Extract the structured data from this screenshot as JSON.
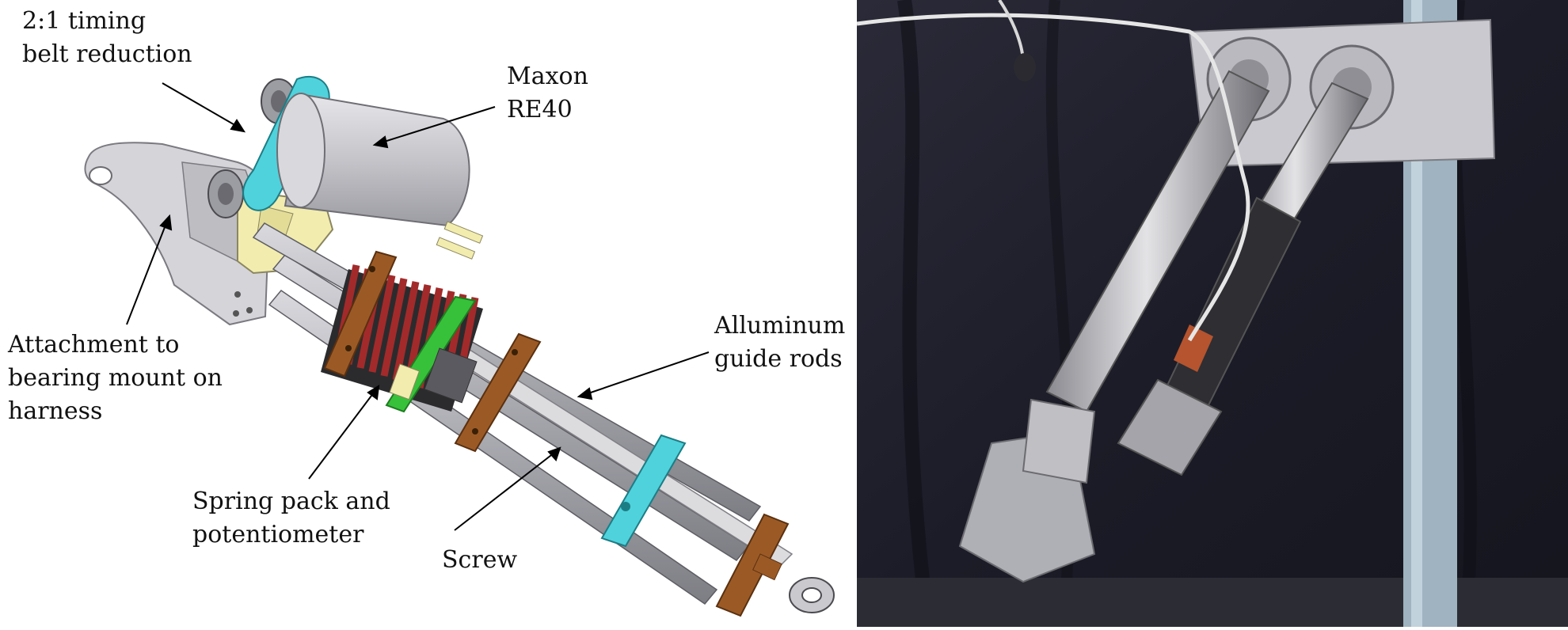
{
  "labels": {
    "timing_belt": "2:1 timing\nbelt reduction",
    "motor": "Maxon\nRE40",
    "attachment": "Attachment to\nbearing mount on\nharness",
    "guide_rods": "Alluminum\nguide rods",
    "spring_pack": "Spring pack and\npotentiometer",
    "screw": "Screw"
  },
  "colors": {
    "housing": "#cfcfd4",
    "motor": "#c8c8cc",
    "pulley_ring": "#4fd2dc",
    "bracket_yellow": "#f2ecae",
    "spring": "#a32a2a",
    "collar": "#9b5a25",
    "potentiometer": "#37c13a",
    "rod": "#a8a8ae",
    "photo_background": "#16161f",
    "stand": "#9fb3c0"
  }
}
